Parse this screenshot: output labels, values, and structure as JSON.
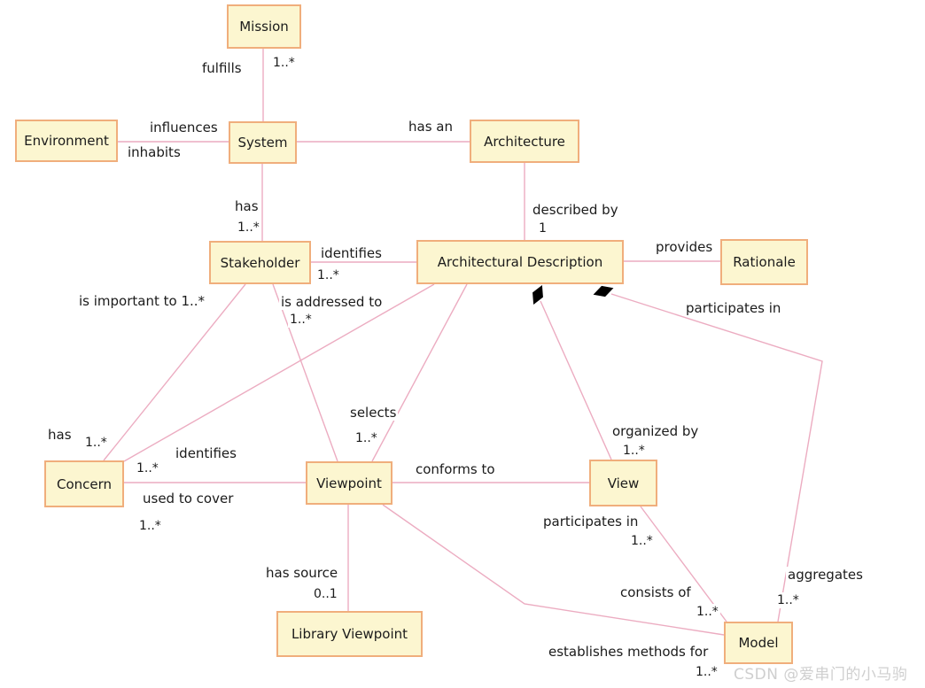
{
  "colors": {
    "box_fill": "#fcf6d0",
    "box_border": "#f0ae7c",
    "line_pink": "#ecacc1",
    "diamond_black": "#000000",
    "text": "#1b1b1b",
    "watermark_gray": "#cfcfcf"
  },
  "nodes": {
    "mission": "Mission",
    "environment": "Environment",
    "system": "System",
    "architecture": "Architecture",
    "stakeholder": "Stakeholder",
    "architectural_description": "Architectural Description",
    "rationale": "Rationale",
    "concern": "Concern",
    "viewpoint": "Viewpoint",
    "view": "View",
    "library_viewpoint": "Library Viewpoint",
    "model": "Model"
  },
  "labels": {
    "fulfills": "fulfills",
    "mult_fulfills": "1..*",
    "influences": "influences",
    "inhabits": "inhabits",
    "has_an": "has an",
    "has_system": "has",
    "mult_has_system": "1..*",
    "described_by": "described by",
    "mult_described_by": "1",
    "identifies_stakeholder": "identifies",
    "mult_identifies_stakeholder": "1..*",
    "provides": "provides",
    "is_important_to": "is important to 1..*",
    "is_addressed_to": "is addressed to",
    "mult_is_addressed_to": "1..*",
    "participates_in_ad": "participates in",
    "selects": "selects",
    "mult_selects": "1..*",
    "organized_by": "organized by",
    "mult_organized_by": "1..*",
    "has_concern": "has",
    "mult_has_concern": "1..*",
    "identifies_concern": "identifies",
    "mult_identifies_concern": "1..*",
    "conforms_to": "conforms to",
    "used_to_cover": "used to cover",
    "mult_used_to_cover": "1..*",
    "participates_in_view": "participates in",
    "mult_participates_in_view": "1..*",
    "has_source": "has source",
    "mult_has_source": "0..1",
    "consists_of": "consists of",
    "mult_consists_of": "1..*",
    "aggregates": "aggregates",
    "mult_aggregates": "1..*",
    "establishes_methods": "establishes methods for",
    "mult_establishes_methods": "1..*"
  },
  "watermark": {
    "text": "CSDN @爱串门的小马驹"
  }
}
